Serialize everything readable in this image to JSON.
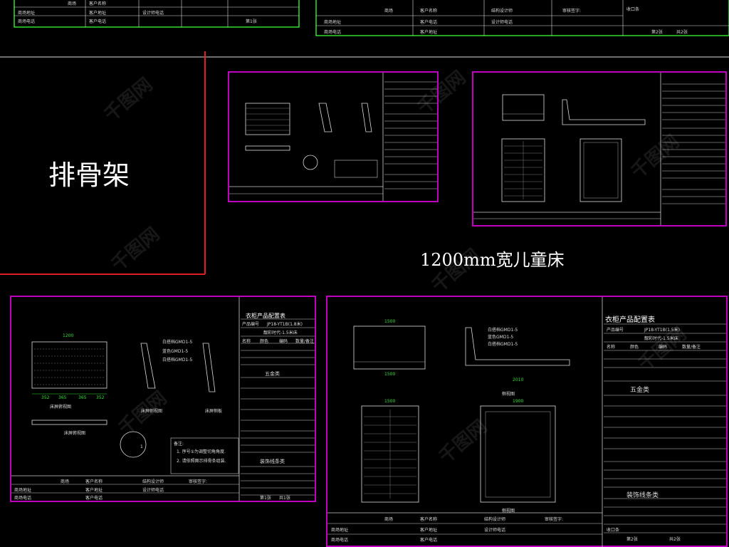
{
  "labels": {
    "left_title": "排骨架",
    "right_title": "1200mm宽儿童床"
  },
  "title_block": {
    "store": "商场",
    "store_address": "商场地址",
    "store_phone": "商场电话",
    "customer_name": "客户名称",
    "customer_address": "客户地址",
    "customer_phone": "客户电话",
    "designer": "结构设计师",
    "designer_phone": "设计师电话",
    "review": "审核签字:",
    "page_a": "第1张",
    "page_total_a": "共1张",
    "page_b": "第2张",
    "page_total_b": "共2张",
    "trim": "收口条"
  },
  "table": {
    "title": "衣柜产品配置表",
    "hardware": "五金类",
    "decor": "装饰线条类",
    "product_code": "产品编号",
    "code_value_a": "JP18-YT1B(1.8米)",
    "code_value_b": "JP18-YT1B(1.5米)",
    "series": "靓彩时代-1.5米床",
    "col_name": "名称",
    "col_color": "颜色",
    "col_code": "编码",
    "col_qty": "数量/备注"
  },
  "drawing_labels": {
    "top_view": "床屏俯视图",
    "side_view": "床屏侧视图",
    "side_plate": "床屏侧板",
    "front_view": "床屏俯视图",
    "cross_view": "侧视图",
    "side_elev": "侧视图",
    "note_title": "备注:",
    "note_1": "1. 序号①为调整切角角度.",
    "note_2": "2. 请依照图示排骨条组装.",
    "white_board": "白搭档GMD1-5",
    "blue_board": "蓝色GMD1-5",
    "dim_1200": "1200",
    "dim_1500": "1500",
    "dim_1900": "1900",
    "dim_2010": "2010",
    "dim_352": "352",
    "dim_365": "365",
    "circle_1": "1"
  }
}
